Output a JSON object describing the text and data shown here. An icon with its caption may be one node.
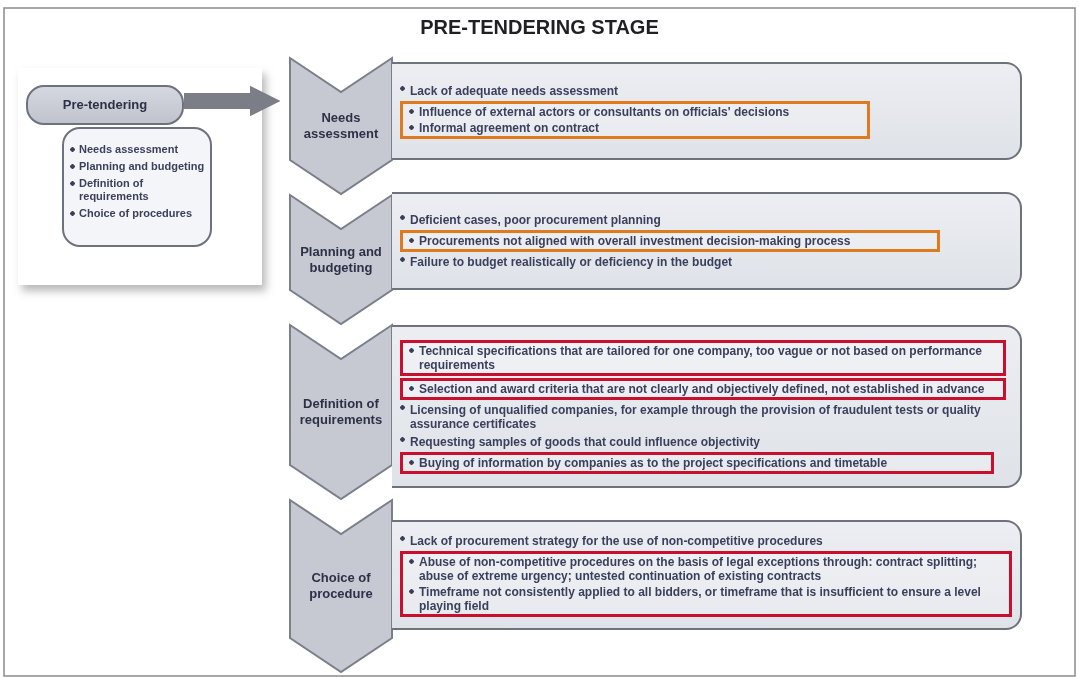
{
  "diagram": {
    "title": "PRE-TENDERING STAGE",
    "nodes": [
      {
        "text": [
          "Pre-tendering"
        ]
      },
      {
        "text": [
          "Needs assessment",
          "Planning and budgeting",
          "Definition of requirements",
          "Choice of procedures"
        ]
      },
      {
        "text": [
          "Needs assessment"
        ]
      },
      {
        "text": [
          "Lack of adequate needs assessment"
        ]
      },
      {
        "text": [
          "Influence of external actors or consultants on officials' decisions",
          "Informal agreement on contract"
        ],
        "in": 3
      },
      {
        "text": [
          "Planning and budgeting"
        ]
      },
      {
        "text": [
          "Deficient cases, poor procurement planning",
          "Failure to budget realistically or deficiency in the budget"
        ]
      },
      {
        "text": [
          "Procurements not aligned with overall investment decision-making process"
        ],
        "in": 6
      },
      {
        "text": [
          "Definition of requirements"
        ]
      },
      {
        "text": [
          "Licensing of unqualified companies, for example through the provision of fraudulent tests or quality assurance certificates",
          "Requesting samples of goods that could influence objectivity"
        ]
      },
      {
        "text": [
          "Technical specifications that are tailored for one company, too vague or not based on performance requirements"
        ],
        "in": 9
      },
      {
        "text": [
          "Selection and award criteria that are not clearly and objectively defined, not established in advance"
        ],
        "in": 9
      },
      {
        "text": [
          "Buying of information by companies as to the project specifications and timetable"
        ],
        "in": 9
      },
      {
        "text": [
          "Choice of procedure"
        ]
      },
      {
        "text": [
          "Lack of procurement strategy for the use of non-competitive procedures"
        ]
      },
      {
        "text": [
          "Abuse of non-competitive procedures on the basis of legal exceptions through: contract splitting; abuse of extreme urgency; untested continuation of existing contracts",
          "Timeframe not consistently applied to all bidders, or timeframe that is insufficient to ensure a level playing field"
        ],
        "in": 14
      }
    ],
    "edges": [
      {
        "from": 0,
        "to": 2,
        "arrow": "to"
      }
    ]
  }
}
